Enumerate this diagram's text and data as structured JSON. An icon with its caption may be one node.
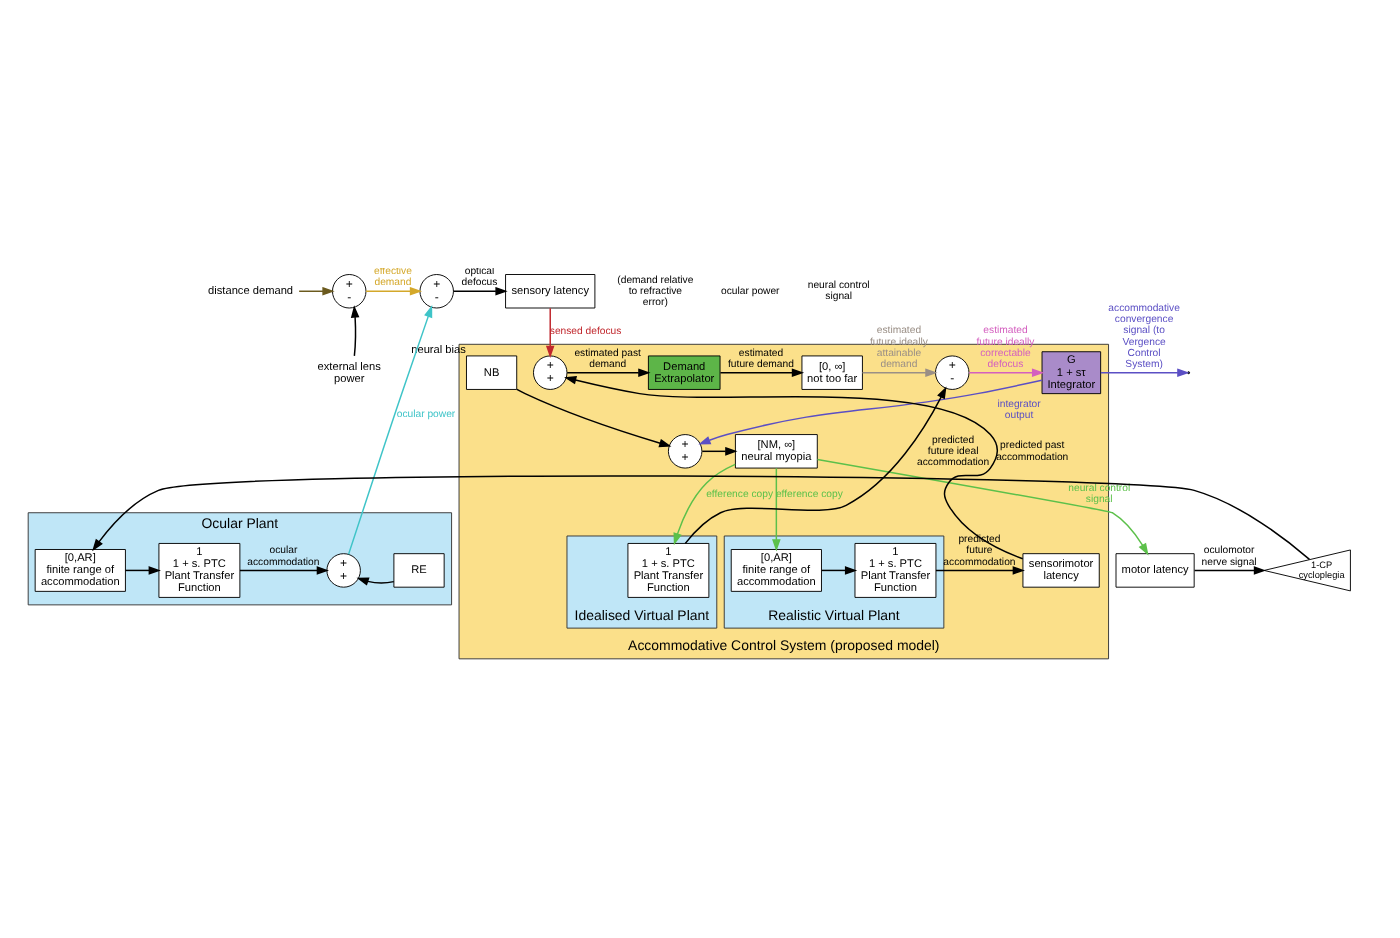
{
  "diagram": {
    "nodes": [
      {
        "text": [
          "distance demand"
        ]
      },
      {
        "text": [
          "+",
          "-"
        ]
      },
      {
        "text": [
          "external lens power"
        ]
      },
      {
        "text": [
          "+",
          "-"
        ]
      },
      {
        "text": [
          "sensory latency"
        ]
      },
      {
        "text": [
          "Accommodative Control System (proposed model)"
        ]
      },
      {
        "text": [
          "+",
          "+"
        ],
        "in": 5
      },
      {
        "text": [
          "Demand Extrapolator"
        ],
        "in": 5
      },
      {
        "text": [
          "[0, ∞]",
          "not too far"
        ],
        "in": 5
      },
      {
        "text": [
          "+",
          "-"
        ],
        "in": 5
      },
      {
        "text": [
          "G",
          "1 + sτ",
          "Integrator"
        ],
        "in": 5
      },
      {
        "text": [
          "NB"
        ],
        "in": 5,
        "beside": [
          "neural bias"
        ]
      },
      {
        "text": [
          "+",
          "+"
        ],
        "in": 5
      },
      {
        "text": [
          "[NM, ∞]",
          "neural myopia"
        ],
        "in": 5
      },
      {
        "text": [
          "Idealised Virtual Plant"
        ],
        "in": 5
      },
      {
        "text": [
          "1",
          "1 + s. PTC",
          "Plant Transfer Function"
        ],
        "in": 14
      },
      {
        "text": [
          "Realistic Virtual Plant"
        ],
        "in": 5
      },
      {
        "text": [
          "1",
          "1 + s. PTC",
          "Plant Transfer Function"
        ],
        "in": 16
      },
      {
        "text": [
          "[0,AR]",
          "finite range of accommodation"
        ],
        "in": 16
      },
      {
        "text": [
          "sensorimotor latency"
        ],
        "in": 5
      },
      {
        "text": [
          "Ocular Plant"
        ]
      },
      {
        "text": [
          "+",
          "+"
        ],
        "in": 20
      },
      {
        "text": [
          "RE"
        ],
        "in": 20
      },
      {
        "text": [
          "1",
          "1 + s. PTC",
          "Plant Transfer Function"
        ],
        "in": 20
      },
      {
        "text": [
          "[0,AR]",
          "finite range of accommodation"
        ],
        "in": 20
      },
      {
        "text": [
          "1-CP",
          "cycloplegia"
        ]
      },
      {
        "text": [
          "motor latency"
        ]
      }
    ],
    "edges": [
      {
        "from": 0,
        "to": 1,
        "arrow": "to",
        "color": "#6b5a1e"
      },
      {
        "from": 2,
        "to": 1,
        "arrow": "to"
      },
      {
        "from": 1,
        "to": 3,
        "arrow": "to",
        "label": "effective demand",
        "color": "#d4a82a"
      },
      {
        "from": 3,
        "to": 4,
        "arrow": "to",
        "label": "optical defocus"
      },
      {
        "from": 4,
        "to": 6,
        "arrow": "to",
        "label": "sensed defocus",
        "color": "#c0272d"
      },
      {
        "from": 6,
        "to": 7,
        "arrow": "to",
        "label": "estimated past demand"
      },
      {
        "from": 7,
        "to": 8,
        "arrow": "to",
        "label": "estimated future demand"
      },
      {
        "from": 8,
        "to": 9,
        "arrow": "to",
        "label": "estimated future ideally attainable demand",
        "color": "#9a8f86"
      },
      {
        "from": 9,
        "to": 10,
        "arrow": "to",
        "label": "estimated future ideally correctable defocus",
        "color": "#d45fbf"
      },
      {
        "from": 10,
        "to": 12,
        "arrow": "to",
        "label": "integrator output",
        "color": "#5b4fc4"
      },
      {
        "from": 10,
        "to": null,
        "arrow": "to",
        "label": "accommodative convergence signal (to Vergence Control System)",
        "color": "#5b4fc4"
      },
      {
        "from": 11,
        "to": 12,
        "arrow": "to"
      },
      {
        "from": 12,
        "to": 13,
        "arrow": "to"
      },
      {
        "from": 13,
        "to": 15,
        "arrow": "to",
        "label": "efference copy",
        "color": "#5cc04a"
      },
      {
        "from": 13,
        "to": 18,
        "arrow": "to",
        "label": "efference copy",
        "color": "#5cc04a"
      },
      {
        "from": 13,
        "to": 26,
        "arrow": "to",
        "label": "neural control signal",
        "color": "#5cc04a"
      },
      {
        "from": 15,
        "to": 9,
        "arrow": "to",
        "label": "predicted future ideal accommodation"
      },
      {
        "from": 18,
        "to": 17,
        "arrow": "to"
      },
      {
        "from": 17,
        "to": 19,
        "arrow": "to",
        "label": "predicted future accommodation"
      },
      {
        "from": 19,
        "to": 6,
        "arrow": "to",
        "label": "predicted past accommodation"
      },
      {
        "from": 26,
        "to": 25,
        "arrow": "to",
        "label": "oculomotor nerve signal"
      },
      {
        "from": 25,
        "to": 24,
        "arrow": "to"
      },
      {
        "from": 24,
        "to": 23,
        "arrow": "to"
      },
      {
        "from": 23,
        "to": 21,
        "arrow": "to",
        "label": "ocular accommodation"
      },
      {
        "from": 22,
        "to": 21,
        "arrow": "to"
      },
      {
        "from": 21,
        "to": 3,
        "arrow": "to",
        "label": "ocular power",
        "color": "#3fc4c8"
      }
    ],
    "labels": [
      "(demand relative to refractive error)",
      "ocular power",
      "neural control signal"
    ]
  }
}
